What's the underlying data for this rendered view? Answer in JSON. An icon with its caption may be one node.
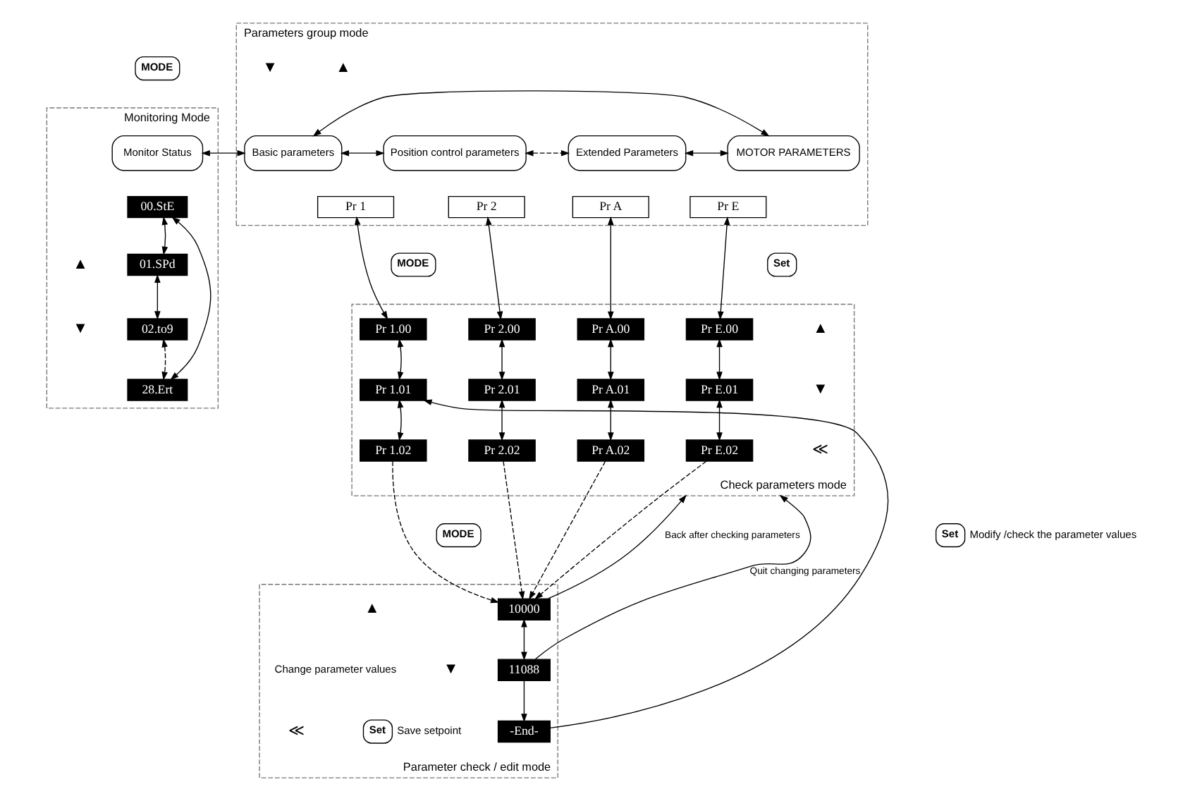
{
  "diagram": {
    "nodes": [
      {
        "text": [
          "Monitoring Mode"
        ]
      },
      {
        "text": [
          "Monitor Status"
        ],
        "in": 0
      },
      {
        "text": [
          "00.StE"
        ],
        "in": 0
      },
      {
        "text": [
          "01.SPd"
        ],
        "in": 0
      },
      {
        "text": [
          "02.to9"
        ],
        "in": 0
      },
      {
        "text": [
          "28.Ert"
        ],
        "in": 0
      },
      {
        "text": [
          "Parameters group mode"
        ]
      },
      {
        "text": [
          "Basic parameters"
        ],
        "in": 6
      },
      {
        "text": [
          "Position control parameters"
        ],
        "in": 6
      },
      {
        "text": [
          "Extended Parameters"
        ],
        "in": 6
      },
      {
        "text": [
          "MOTOR PARAMETERS"
        ],
        "in": 6
      },
      {
        "text": [
          "Pr 1"
        ],
        "in": 6
      },
      {
        "text": [
          "Pr 2"
        ],
        "in": 6
      },
      {
        "text": [
          "Pr A"
        ],
        "in": 6
      },
      {
        "text": [
          "Pr E"
        ],
        "in": 6
      },
      {
        "text": [
          "Check parameters mode"
        ]
      },
      {
        "text": [
          "Pr 1.00"
        ],
        "in": 15
      },
      {
        "text": [
          "Pr 2.00"
        ],
        "in": 15
      },
      {
        "text": [
          "Pr A.00"
        ],
        "in": 15
      },
      {
        "text": [
          "Pr E.00"
        ],
        "in": 15
      },
      {
        "text": [
          "Pr 1.01"
        ],
        "in": 15
      },
      {
        "text": [
          "Pr 2.01"
        ],
        "in": 15
      },
      {
        "text": [
          "Pr A.01"
        ],
        "in": 15
      },
      {
        "text": [
          "Pr E.01"
        ],
        "in": 15
      },
      {
        "text": [
          "Pr 1.02"
        ],
        "in": 15
      },
      {
        "text": [
          "Pr 2.02"
        ],
        "in": 15
      },
      {
        "text": [
          "Pr A.02"
        ],
        "in": 15
      },
      {
        "text": [
          "Pr E.02"
        ],
        "in": 15
      },
      {
        "text": [
          "Parameter check / edit mode"
        ]
      },
      {
        "text": [
          "10000"
        ],
        "in": 28
      },
      {
        "text": [
          "11088"
        ],
        "in": 28
      },
      {
        "text": [
          "-End-"
        ],
        "in": 28
      },
      {
        "text": [
          "MODE"
        ]
      },
      {
        "text": [
          "MODE"
        ]
      },
      {
        "text": [
          "Set"
        ]
      },
      {
        "text": [
          "MODE"
        ]
      },
      {
        "text": [
          "Set"
        ],
        "beside": [
          "Modify /check the parameter values"
        ]
      },
      {
        "text": [
          "Set"
        ],
        "beside": [
          "Save setpoint"
        ],
        "in": 28
      }
    ],
    "edges": [
      {
        "from": 1,
        "to": 7,
        "arrow": "both"
      },
      {
        "from": 7,
        "to": 8,
        "arrow": "both"
      },
      {
        "from": 8,
        "to": 9,
        "arrow": "both",
        "style": "dashed"
      },
      {
        "from": 9,
        "to": 10,
        "arrow": "both"
      },
      {
        "from": 7,
        "to": 10,
        "arrow": "both"
      },
      {
        "from": 2,
        "to": 3,
        "arrow": "both"
      },
      {
        "from": 3,
        "to": 4,
        "arrow": "both"
      },
      {
        "from": 4,
        "to": 5,
        "arrow": "both",
        "style": "dashed"
      },
      {
        "from": 5,
        "to": 2,
        "arrow": "both"
      },
      {
        "from": 11,
        "to": 16,
        "arrow": "both"
      },
      {
        "from": 12,
        "to": 17,
        "arrow": "both"
      },
      {
        "from": 13,
        "to": 18,
        "arrow": "both"
      },
      {
        "from": 14,
        "to": 19,
        "arrow": "both"
      },
      {
        "from": 16,
        "to": 20,
        "arrow": "both"
      },
      {
        "from": 17,
        "to": 21,
        "arrow": "both"
      },
      {
        "from": 18,
        "to": 22,
        "arrow": "both"
      },
      {
        "from": 19,
        "to": 23,
        "arrow": "both"
      },
      {
        "from": 20,
        "to": 24,
        "arrow": "both"
      },
      {
        "from": 21,
        "to": 25,
        "arrow": "both"
      },
      {
        "from": 22,
        "to": 26,
        "arrow": "both"
      },
      {
        "from": 23,
        "to": 27,
        "arrow": "both"
      },
      {
        "from": 24,
        "to": 29,
        "arrow": "to",
        "style": "dashed"
      },
      {
        "from": 25,
        "to": 29,
        "arrow": "to",
        "style": "dashed"
      },
      {
        "from": 26,
        "to": 29,
        "arrow": "to",
        "style": "dashed"
      },
      {
        "from": 27,
        "to": 29,
        "arrow": "to",
        "style": "dashed"
      },
      {
        "from": 29,
        "to": 15,
        "arrow": "to",
        "label": "Back after checking parameters"
      },
      {
        "from": 30,
        "to": 15,
        "arrow": "to",
        "label": "Quit changing parameters"
      },
      {
        "from": 29,
        "to": 30,
        "arrow": "both"
      },
      {
        "from": 30,
        "to": 31,
        "arrow": "to"
      },
      {
        "from": 31,
        "to": 20,
        "arrow": "to"
      }
    ],
    "labels": [
      "▲",
      "▼",
      "▲",
      "▼",
      "≪",
      "▲",
      "▼",
      "▲",
      "▼",
      "Change parameter values",
      "≪"
    ]
  }
}
